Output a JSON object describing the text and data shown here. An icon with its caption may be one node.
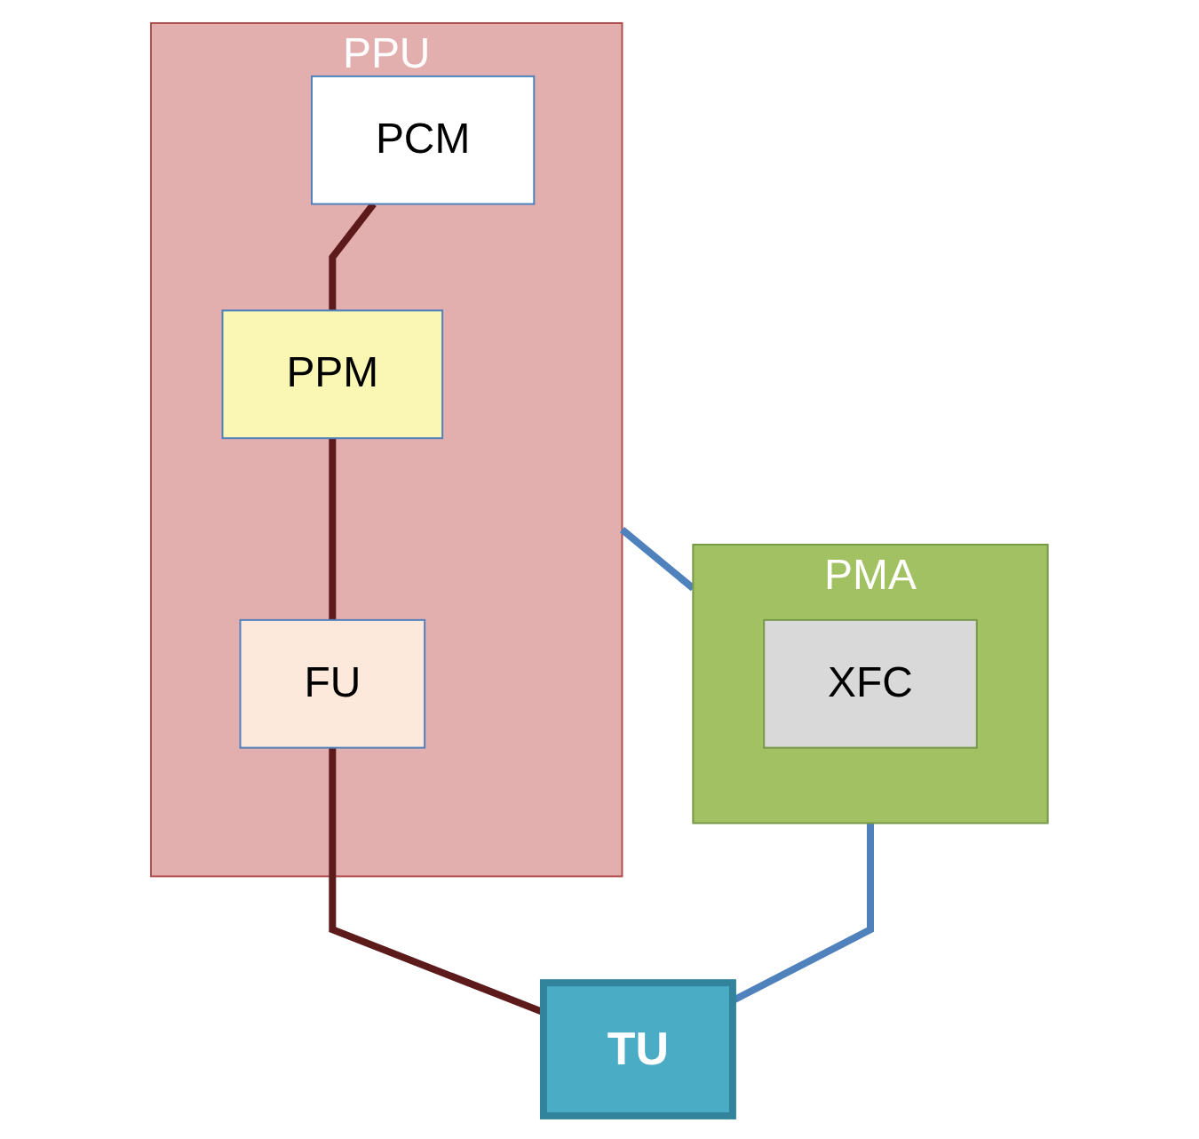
{
  "diagram": {
    "nodes": [
      {
        "text": [
          "PPU"
        ]
      },
      {
        "text": [
          "PCM"
        ],
        "in": 0
      },
      {
        "text": [
          "PPM"
        ],
        "in": 0
      },
      {
        "text": [
          "FU"
        ],
        "in": 0
      },
      {
        "text": [
          "PMA"
        ]
      },
      {
        "text": [
          "XFC"
        ],
        "in": 4
      },
      {
        "text": [
          "TU"
        ]
      }
    ],
    "edges": [
      {
        "from": 1,
        "to": 2,
        "arrow": "none"
      },
      {
        "from": 2,
        "to": 3,
        "arrow": "none"
      },
      {
        "from": 3,
        "to": 6,
        "arrow": "none"
      },
      {
        "from": 0,
        "to": 4,
        "arrow": "none",
        "color": "#4f81bd"
      },
      {
        "from": 4,
        "to": 6,
        "arrow": "none",
        "color": "#4f81bd"
      }
    ]
  }
}
